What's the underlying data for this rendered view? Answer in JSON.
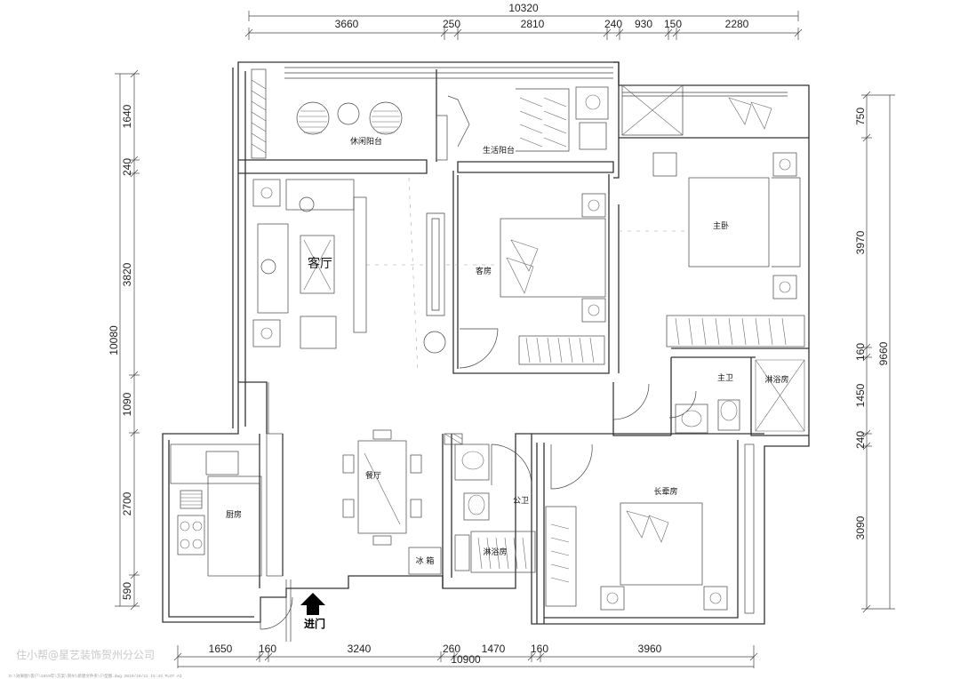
{
  "dimensions": {
    "top_total": "10320",
    "top": [
      "3660",
      "250",
      "2810",
      "240",
      "930",
      "150",
      "2280"
    ],
    "bottom_total": "10900",
    "bottom": [
      "1650",
      "160",
      "3240",
      "260",
      "1470",
      "160",
      "3960"
    ],
    "left_total": "10080",
    "left": [
      "1640",
      "240",
      "3820",
      "1090",
      "2700",
      "590"
    ],
    "right_total": "9660",
    "right": [
      "750",
      "3970",
      "160",
      "1450",
      "240",
      "3090"
    ]
  },
  "rooms": {
    "leisure_balcony": "休闲阳台",
    "service_balcony": "生活阳台",
    "living_room": "客厅",
    "guest_room": "客房",
    "master_bedroom": "主卧",
    "master_bath": "主卫",
    "shower_master": "淋浴房",
    "dining": "餐厅",
    "kitchen": "厨房",
    "fridge": "冰 箱",
    "public_bath": "公卫",
    "shower_public": "淋浴房",
    "elder_room": "长辈房"
  },
  "entrance_label": "进门",
  "watermark": "住小帮@星艺装饰贺州分公司",
  "footer_note": "D:\\效果图\\客户\\2019年\\方案\\贺州\\新建文件夹\\户型图.dwg  2019/10/21 15:43  PLOT  A3"
}
